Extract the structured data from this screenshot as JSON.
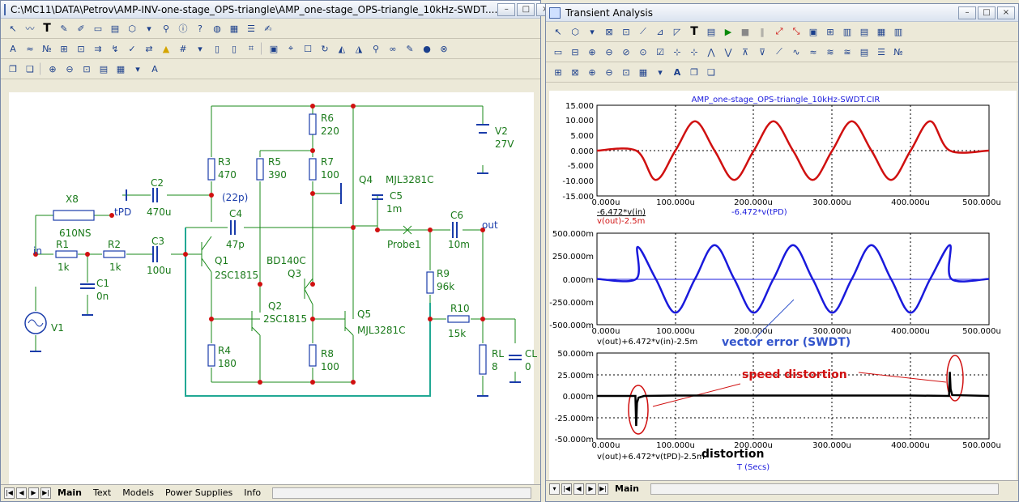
{
  "left_window": {
    "title": "C:\\MC11\\DATA\\Petrov\\AMP-INV-one-stage_OPS-triangle\\AMP_one-stage_OPS-triangle_10kHz-SWDT....",
    "tabs": [
      "Main",
      "Text",
      "Models",
      "Power Supplies",
      "Info"
    ],
    "active_tab": "Main",
    "schematic": {
      "components": {
        "R6": "R6",
        "R6v": "220",
        "R3": "R3",
        "R3v": "470",
        "R5": "R5",
        "R5v": "390",
        "R7": "R7",
        "R7v": "100",
        "V2": "V2",
        "V2v": "27V",
        "Q4": "Q4",
        "Q4m": "MJL3281C",
        "C5": "C5",
        "C5v": "1m",
        "C2": "C2",
        "C2v": "470u",
        "X8": "X8",
        "X8v": "610NS",
        "tPD": "tPD",
        "p22": "(22p)",
        "C4": "C4",
        "C4v": "47p",
        "in": "in",
        "R1": "R1",
        "R1v": "1k",
        "R2": "R2",
        "R2v": "1k",
        "C3": "C3",
        "C3v": "100u",
        "Q1": "Q1",
        "Q1m": "2SC1815",
        "BD": "BD140C",
        "Q3": "Q3",
        "Probe1": "Probe1",
        "C6": "C6",
        "C6v": "10m",
        "out": "out",
        "R9": "R9",
        "R9v": "96k",
        "C1": "C1",
        "C1v": "0n",
        "V1": "V1",
        "Q2": "Q2",
        "Q2m": "2SC1815",
        "Q5": "Q5",
        "Q5m": "MJL3281C",
        "R10": "R10",
        "R10v": "15k",
        "R4": "R4",
        "R4v": "180",
        "R8": "R8",
        "R8v": "100",
        "RL": "RL",
        "RLv": "8",
        "CL": "CL",
        "CLv": "0"
      }
    }
  },
  "right_window": {
    "title": "Transient Analysis",
    "tabs": [
      "Main"
    ],
    "active_tab": "Main",
    "plot_title": "AMP_one-stage_OPS-triangle_10kHz-SWDT.CIR",
    "x_ticks": [
      "0.000u",
      "100.000u",
      "200.000u",
      "300.000u",
      "400.000u",
      "500.000u"
    ],
    "x_label": "T (Secs)",
    "plots": [
      {
        "y_ticks": [
          "15.000",
          "10.000",
          "5.000",
          "0.000",
          "-5.000",
          "-10.000",
          "-15.000"
        ],
        "legend": [
          "-6.472*v(in)",
          "v(out)-2.5m",
          "-6.472*v(tPD)"
        ],
        "color": "#d01010"
      },
      {
        "y_ticks": [
          "500.000m",
          "250.000m",
          "0.000m",
          "-250.000m",
          "-500.000m"
        ],
        "legend": [
          "v(out)+6.472*v(in)-2.5m"
        ],
        "annotation": "vector error (SWDT)",
        "color": "#1a1adc"
      },
      {
        "y_ticks": [
          "50.000m",
          "25.000m",
          "0.000m",
          "-25.000m",
          "-50.000m"
        ],
        "legend": [
          "v(out)+6.472*v(tPD)-2.5m"
        ],
        "annotation_label": "distortion",
        "annotation": "speed distortion",
        "color": "#000000"
      }
    ]
  },
  "chart_data": [
    {
      "type": "line",
      "title": "AMP_one-stage_OPS-triangle_10kHz-SWDT.CIR",
      "xlabel": "T (Secs)",
      "xlim": [
        0,
        500
      ],
      "ylim": [
        -15,
        15
      ],
      "series": [
        {
          "name": "v(out)-2.5m",
          "x": [
            0,
            50,
            75,
            100,
            125,
            150,
            175,
            200,
            225,
            250,
            275,
            300,
            325,
            350,
            375,
            400,
            425,
            450,
            500
          ],
          "values": [
            0,
            0,
            -9.7,
            0,
            9.7,
            0,
            -9.7,
            0,
            9.7,
            0,
            -9.7,
            0,
            9.7,
            0,
            -9.7,
            0,
            9.7,
            0,
            0
          ]
        }
      ]
    },
    {
      "type": "line",
      "xlabel": "",
      "xlim": [
        0,
        500
      ],
      "ylim": [
        -500,
        500
      ],
      "series": [
        {
          "name": "v(out)+6.472*v(in)-2.5m",
          "x": [
            0,
            50,
            52,
            75,
            100,
            125,
            150,
            175,
            200,
            225,
            250,
            275,
            300,
            325,
            350,
            375,
            400,
            425,
            450,
            452,
            500
          ],
          "values": [
            0,
            0,
            350,
            0,
            -370,
            0,
            370,
            0,
            -370,
            0,
            370,
            0,
            -370,
            0,
            370,
            0,
            -370,
            0,
            370,
            0,
            0
          ]
        }
      ]
    },
    {
      "type": "line",
      "xlabel": "T (Secs)",
      "xlim": [
        0,
        500
      ],
      "ylim": [
        -50,
        50
      ],
      "series": [
        {
          "name": "v(out)+6.472*v(tPD)-2.5m",
          "x": [
            0,
            49,
            50,
            51,
            53,
            60,
            100,
            200,
            300,
            400,
            449,
            450,
            451,
            453,
            500
          ],
          "values": [
            0,
            0,
            -35,
            -8,
            -2,
            0,
            0.5,
            0.5,
            0.5,
            0.5,
            0,
            28,
            8,
            1,
            0
          ]
        }
      ]
    }
  ]
}
